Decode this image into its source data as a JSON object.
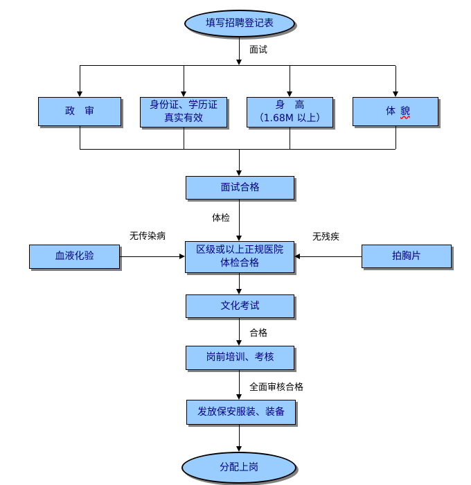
{
  "diagram": {
    "type": "flowchart",
    "language": "zh-CN",
    "background": "#FFFFFF",
    "colors": {
      "node_fill": "#99CCFF",
      "node_border": "#000000",
      "node_shadow": "#808080",
      "node_text": "#000080",
      "edge_line": "#000000",
      "edge_label_text": "#000000",
      "spellcheck_underline": "#FF0000"
    },
    "nodes": {
      "start": {
        "shape": "ellipse",
        "label": "填写招聘登记表"
      },
      "political_review": {
        "shape": "rect",
        "label": "政　审"
      },
      "credentials": {
        "shape": "rect",
        "label": "身份证、学历证\n真实有效"
      },
      "height_requirement": {
        "shape": "rect",
        "label": "身　高\n（1.68M 以上）"
      },
      "appearance": {
        "shape": "rect",
        "label_part1": "体　",
        "label_part2": "貌"
      },
      "interview_passed": {
        "shape": "rect",
        "label": "面试合格"
      },
      "hospital_check": {
        "shape": "rect",
        "label": "区级或以上正规医院\n体检合格"
      },
      "blood_test": {
        "shape": "rect",
        "label": "血液化验"
      },
      "chest_xray": {
        "shape": "rect",
        "label": "拍胸片"
      },
      "culture_exam": {
        "shape": "rect",
        "label": "文化考试"
      },
      "pre_job_training": {
        "shape": "rect",
        "label": "岗前培训、考核"
      },
      "issue_uniform": {
        "shape": "rect",
        "label": "发放保安服装、装备"
      },
      "end": {
        "shape": "ellipse",
        "label": "分配上岗"
      }
    },
    "edge_labels": {
      "interview": "面试",
      "physical_exam": "体检",
      "no_infectious_disease": "无传染病",
      "no_disability": "无残疾",
      "passed": "合格",
      "full_review_passed": "全面审核合格"
    }
  }
}
